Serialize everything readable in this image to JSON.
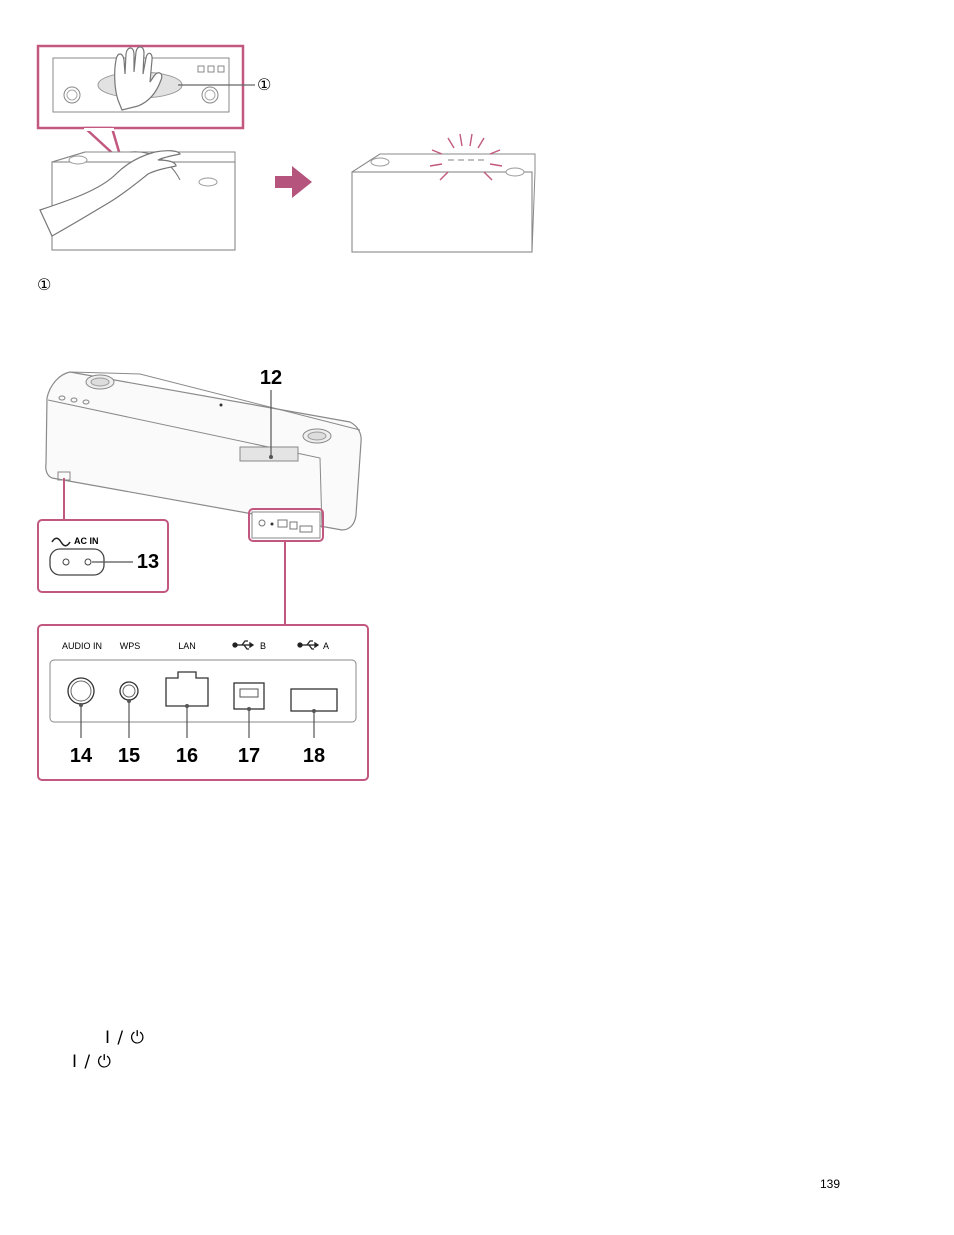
{
  "figure1": {
    "callout_marker": "①",
    "legend_marker": "①"
  },
  "figure2": {
    "labels": {
      "n12": "12",
      "n13": "13",
      "n14": "14",
      "n15": "15",
      "n16": "16",
      "n17": "17",
      "n18": "18"
    },
    "ac_in": "AC IN",
    "ports": {
      "audio_in": "AUDIO IN",
      "wps": "WPS",
      "lan": "LAN",
      "usb_b": "B",
      "usb_a": "A"
    }
  },
  "power_symbols": {
    "line1": "I / ⏻",
    "line2": "I / ⏻"
  },
  "page_number": "139",
  "colors": {
    "callout_pink": "#c2587f",
    "line_gray": "#6b6b6b",
    "arrow": "#b5547c"
  }
}
